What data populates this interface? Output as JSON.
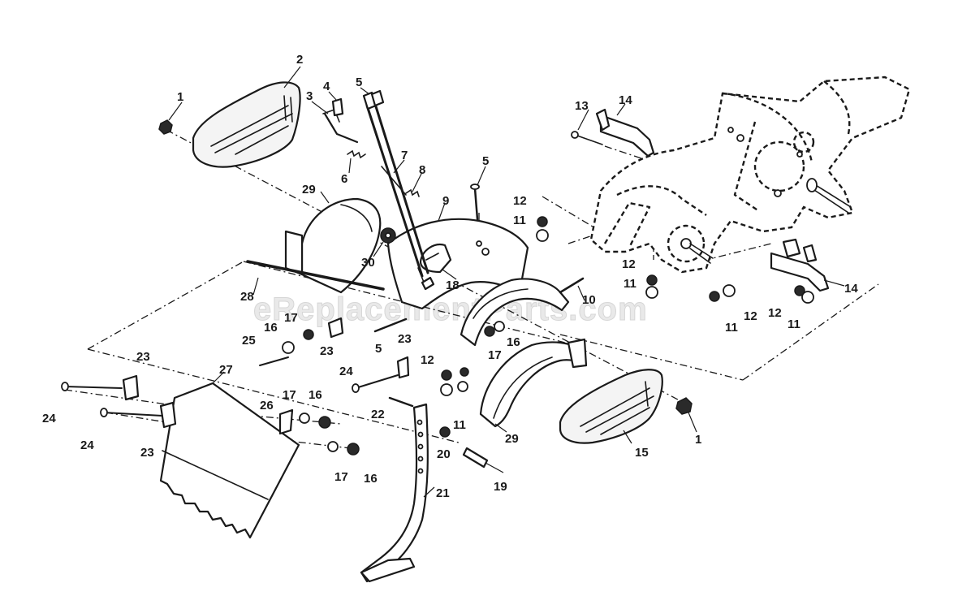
{
  "watermark": "eReplacementParts.com",
  "callouts": [
    {
      "id": "c1a",
      "label": "1"
    },
    {
      "id": "c1b",
      "label": "1"
    },
    {
      "id": "c2",
      "label": "2"
    },
    {
      "id": "c3",
      "label": "3"
    },
    {
      "id": "c4",
      "label": "4"
    },
    {
      "id": "c5a",
      "label": "5"
    },
    {
      "id": "c5b",
      "label": "5"
    },
    {
      "id": "c5c",
      "label": "5"
    },
    {
      "id": "c6",
      "label": "6"
    },
    {
      "id": "c7",
      "label": "7"
    },
    {
      "id": "c8",
      "label": "8"
    },
    {
      "id": "c9",
      "label": "9"
    },
    {
      "id": "c10",
      "label": "10"
    },
    {
      "id": "c11a",
      "label": "11"
    },
    {
      "id": "c11b",
      "label": "11"
    },
    {
      "id": "c11c",
      "label": "11"
    },
    {
      "id": "c11d",
      "label": "11"
    },
    {
      "id": "c11e",
      "label": "11"
    },
    {
      "id": "c12a",
      "label": "12"
    },
    {
      "id": "c12b",
      "label": "12"
    },
    {
      "id": "c12c",
      "label": "12"
    },
    {
      "id": "c12d",
      "label": "12"
    },
    {
      "id": "c12e",
      "label": "12"
    },
    {
      "id": "c13",
      "label": "13"
    },
    {
      "id": "c14a",
      "label": "14"
    },
    {
      "id": "c14b",
      "label": "14"
    },
    {
      "id": "c15",
      "label": "15"
    },
    {
      "id": "c16a",
      "label": "16"
    },
    {
      "id": "c16b",
      "label": "16"
    },
    {
      "id": "c16c",
      "label": "16"
    },
    {
      "id": "c16d",
      "label": "16"
    },
    {
      "id": "c17a",
      "label": "17"
    },
    {
      "id": "c17b",
      "label": "17"
    },
    {
      "id": "c17c",
      "label": "17"
    },
    {
      "id": "c17d",
      "label": "17"
    },
    {
      "id": "c18",
      "label": "18"
    },
    {
      "id": "c19",
      "label": "19"
    },
    {
      "id": "c20",
      "label": "20"
    },
    {
      "id": "c21",
      "label": "21"
    },
    {
      "id": "c22",
      "label": "22"
    },
    {
      "id": "c23a",
      "label": "23"
    },
    {
      "id": "c23b",
      "label": "23"
    },
    {
      "id": "c23c",
      "label": "23"
    },
    {
      "id": "c23d",
      "label": "23"
    },
    {
      "id": "c24a",
      "label": "24"
    },
    {
      "id": "c24b",
      "label": "24"
    },
    {
      "id": "c24c",
      "label": "24"
    },
    {
      "id": "c25",
      "label": "25"
    },
    {
      "id": "c26",
      "label": "26"
    },
    {
      "id": "c27",
      "label": "27"
    },
    {
      "id": "c28",
      "label": "28"
    },
    {
      "id": "c29a",
      "label": "29"
    },
    {
      "id": "c29b",
      "label": "29"
    },
    {
      "id": "c30",
      "label": "30"
    }
  ]
}
